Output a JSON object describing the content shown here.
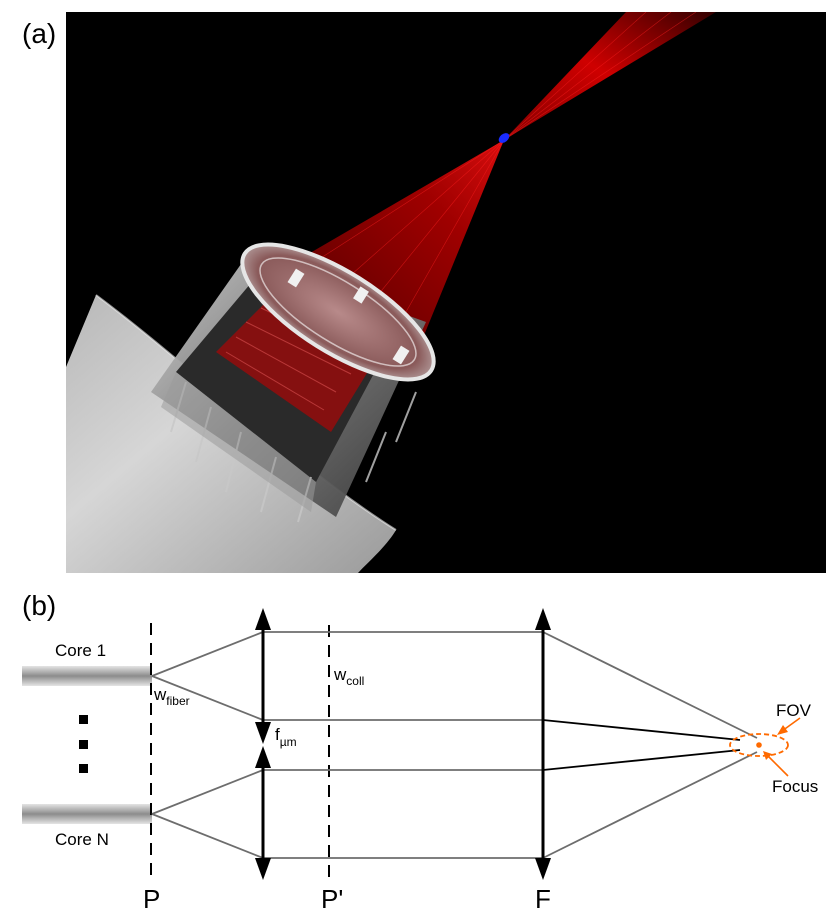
{
  "panel_a": {
    "label": "(a)"
  },
  "panel_b": {
    "label": "(b)",
    "core_top": "Core 1",
    "core_bottom": "Core N",
    "w_fiber": {
      "main": "w",
      "sub": "fiber"
    },
    "w_coll": {
      "main": "w",
      "sub": "coll"
    },
    "f_um": {
      "main": "f",
      "sub": "µm"
    },
    "plane_p": "P",
    "plane_p_prime": "P'",
    "plane_f": "F",
    "fov": "FOV",
    "focus": "Focus"
  },
  "colors": {
    "beam": "#c00000",
    "focus_spot": "#1a2cff",
    "annotation": "#ff6a00",
    "rays": "#6d6d6d"
  }
}
